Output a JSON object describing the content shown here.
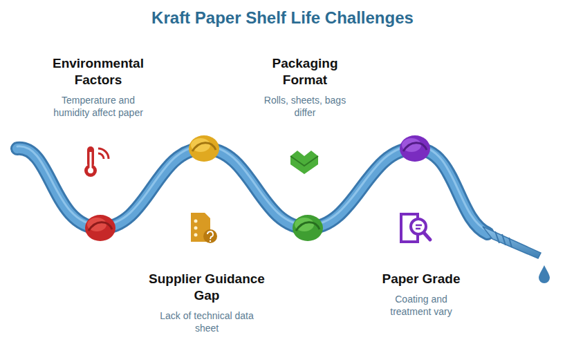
{
  "diagram": {
    "title": "Kraft Paper Shelf Life Challenges",
    "nodes": [
      {
        "text": [
          "Environmental Factors",
          "Temperature and humidity affect paper"
        ]
      },
      {
        "text": [
          "Supplier Guidance Gap",
          "Lack of technical data sheet"
        ]
      },
      {
        "text": [
          "Packaging Format",
          "Rolls, sheets, bags differ"
        ]
      },
      {
        "text": [
          "Paper Grade",
          "Coating and treatment vary"
        ]
      }
    ]
  }
}
